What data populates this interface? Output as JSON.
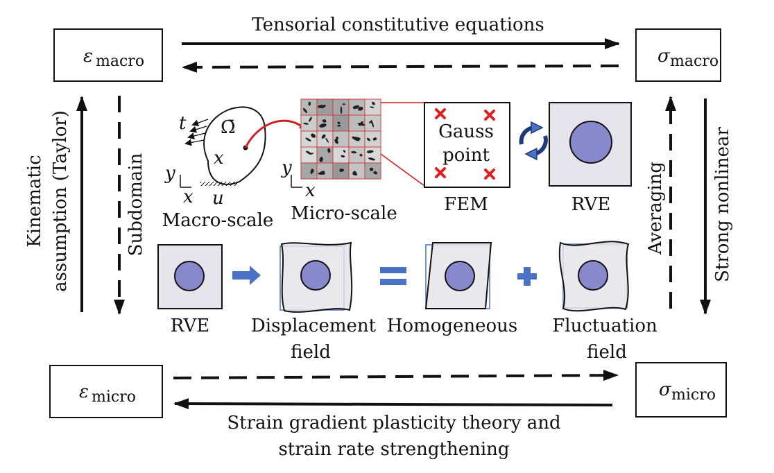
{
  "boxes": {
    "eps_macro": {
      "symbol": "ε",
      "sub": "macro"
    },
    "sig_macro": {
      "symbol": "σ",
      "sub": "macro"
    },
    "eps_micro": {
      "symbol": "ε",
      "sub": "micro"
    },
    "sig_micro": {
      "symbol": "σ",
      "sub": "micro"
    }
  },
  "labels": {
    "top": "Tensorial constitutive equations",
    "bottom_line1": "Strain gradient plasticity theory and",
    "bottom_line2": "strain rate strengthening",
    "left_outer_line1": "Kinematic",
    "left_outer_line2": "assumption (Taylor)",
    "left_inner": "Subdomain",
    "right_inner": "Averaging",
    "right_outer": "Strong nonlinear"
  },
  "center": {
    "macro_scale": "Macro-scale",
    "micro_scale": "Micro-scale",
    "fem": "FEM",
    "rve_top": "RVE",
    "gauss_line1": "Gauss",
    "gauss_line2": "point",
    "omega": "Ω̄",
    "var_t": "t",
    "var_x": "x",
    "var_u": "u",
    "var_y": "y",
    "axis_x": "x",
    "axis_y": "y",
    "micro_axis_x": "x",
    "micro_axis_y": "y"
  },
  "decomposition": {
    "rve": "RVE",
    "displacement_line1": "Displacement",
    "displacement_line2": "field",
    "homogeneous": "Homogeneous",
    "fluctuation_line1": "Fluctuation",
    "fluctuation_line2": "field"
  },
  "colors": {
    "inclusion": "#8888cc",
    "rve_fill": "#e4e4ea",
    "accent_blue": "#4a72c4",
    "red": "#e02020"
  }
}
